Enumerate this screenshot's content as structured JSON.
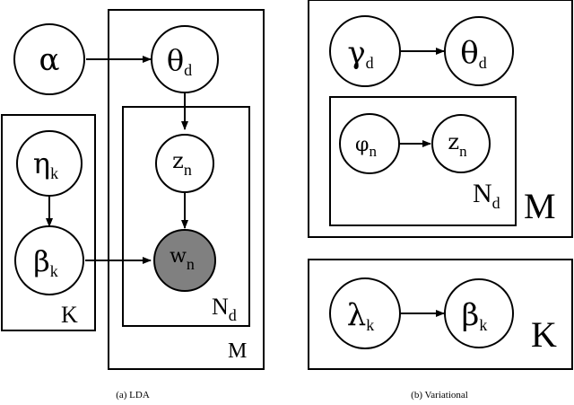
{
  "captions": {
    "lda": "(a) LDA",
    "variational": "(b) Variational"
  },
  "lda": {
    "nodes": {
      "alpha": {
        "symbol": "α",
        "subscript": ""
      },
      "theta": {
        "symbol": "θ",
        "subscript": "d"
      },
      "z": {
        "symbol": "z",
        "subscript": "n"
      },
      "w": {
        "symbol": "w",
        "subscript": "n",
        "observed": true
      },
      "eta": {
        "symbol": "η",
        "subscript": "k"
      },
      "beta": {
        "symbol": "β",
        "subscript": "k"
      }
    },
    "plates": {
      "words": {
        "symbol": "N",
        "subscript": "d"
      },
      "documents": {
        "symbol": "M",
        "subscript": ""
      },
      "topics": {
        "symbol": "K",
        "subscript": ""
      }
    }
  },
  "variational": {
    "nodes": {
      "gamma": {
        "symbol": "γ",
        "subscript": "d"
      },
      "theta": {
        "symbol": "θ",
        "subscript": "d"
      },
      "phi": {
        "symbol": "φ",
        "subscript": "n"
      },
      "z": {
        "symbol": "z",
        "subscript": "n"
      },
      "lambda": {
        "symbol": "λ",
        "subscript": "k"
      },
      "beta": {
        "symbol": "β",
        "subscript": "k"
      }
    },
    "plates": {
      "words": {
        "symbol": "N",
        "subscript": "d"
      },
      "documents": {
        "symbol": "M",
        "subscript": ""
      },
      "topics": {
        "symbol": "K",
        "subscript": ""
      }
    }
  },
  "colors": {
    "observed_fill": "#808080",
    "stroke": "#000000",
    "background": "#ffffff"
  }
}
